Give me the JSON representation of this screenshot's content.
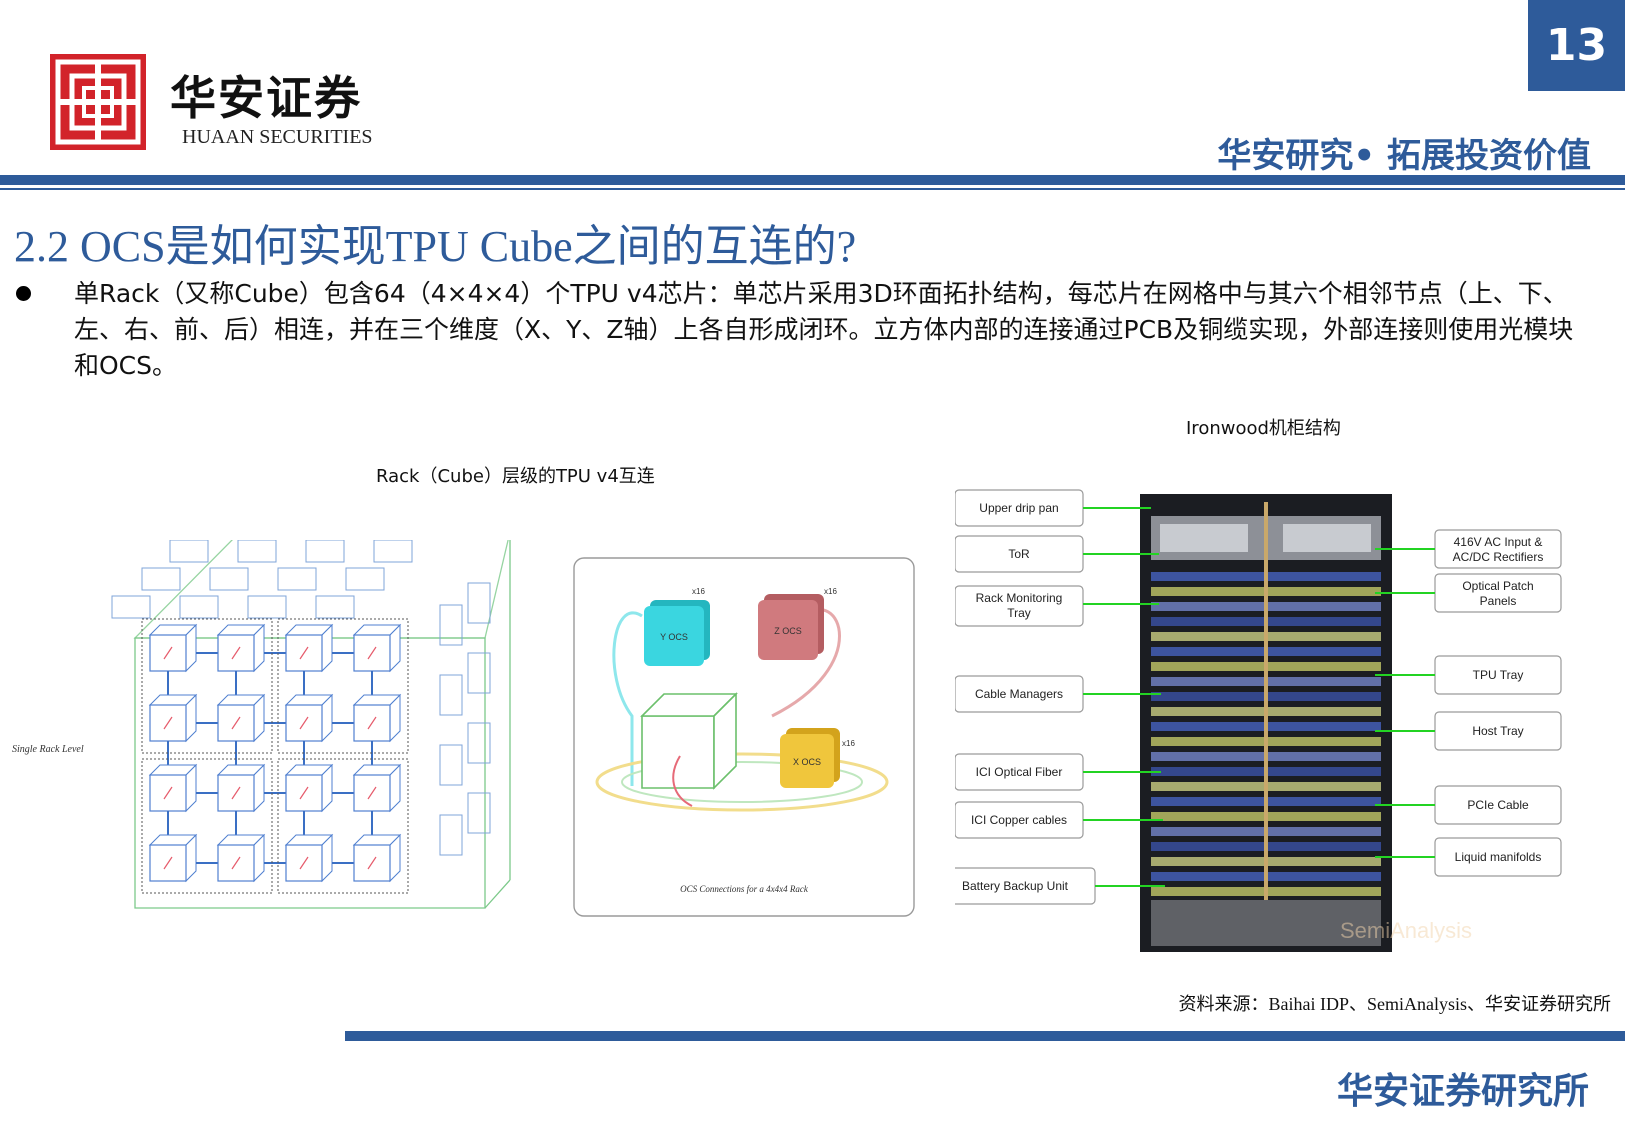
{
  "header": {
    "logo_cn": "华安证券",
    "logo_en": "HUAAN SECURITIES",
    "page_number": "13",
    "slogan": "华安研究• 拓展投资价值"
  },
  "title": "2.2 OCS是如何实现TPU Cube之间的互连的?",
  "bullet": "单Rack（又称Cube）包含64（4×4×4）个TPU  v4芯片：单芯片采用3D环面拓扑结构，每芯片在网格中与其六个相邻节点（上、下、左、右、前、后）相连，并在三个维度（X、Y、Z轴）上各自形成闭环。立方体内部的连接通过PCB及铜缆实现，外部连接则使用光模块和OCS。",
  "captions": {
    "left": "Rack（Cube）层级的TPU v4互连",
    "right": "Ironwood机柜结构"
  },
  "cube_figure": {
    "side_label": "Single Rack Level"
  },
  "ocs_figure": {
    "y_label": "Y OCS",
    "z_label": "Z OCS",
    "x_label": "X OCS",
    "mult": "x16",
    "caption": "OCS Connections for a 4x4x4 Rack",
    "colors": {
      "y": "#3ad6e0",
      "z": "#d07a7e",
      "x": "#f0c63c"
    }
  },
  "rack_figure": {
    "left_labels": [
      "Upper drip pan",
      "ToR",
      "Rack Monitoring Tray",
      "Cable Managers",
      "ICI Optical Fiber",
      "ICI Copper cables",
      "Battery Backup Unit"
    ],
    "right_labels": [
      "416V AC Input & AC/DC Rectifiers",
      "Optical Patch Panels",
      "TPU Tray",
      "Host Tray",
      "PCIe Cable",
      "Liquid manifolds"
    ],
    "watermark": "SemiAnalysis"
  },
  "source": "资料来源：Baihai IDP、SemiAnalysis、华安证券研究所",
  "footer": "华安证券研究所",
  "colors": {
    "brand_blue": "#2e5b9a",
    "logo_red": "#d2232a",
    "callout_green": "#23d323"
  }
}
